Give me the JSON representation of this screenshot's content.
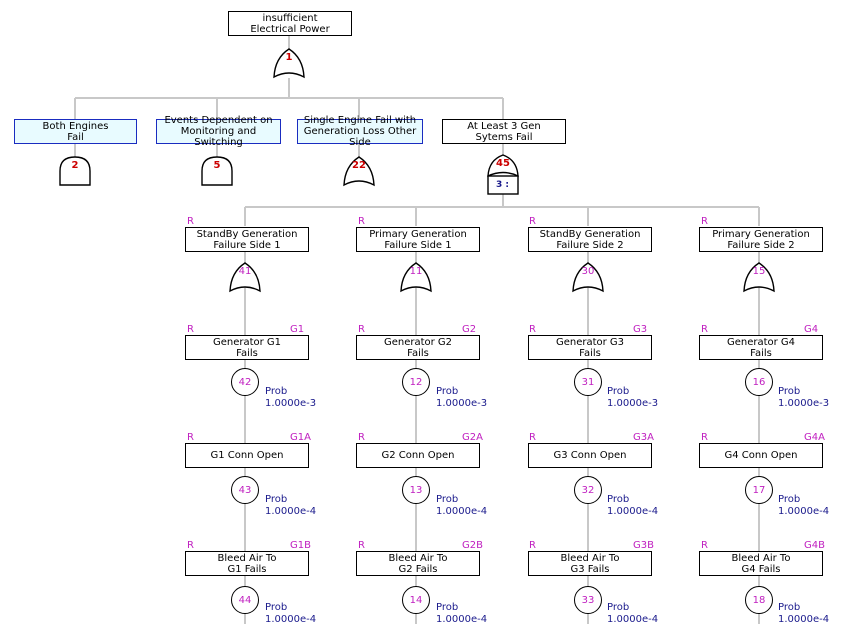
{
  "top": {
    "label": "insufficient\nElectrical Power",
    "gate_num": "1"
  },
  "level1": [
    {
      "label": "Both Engines\nFail",
      "gate_num": "2",
      "gate": "and",
      "house": true
    },
    {
      "label": "Events Dependent on\nMonitoring and Switching",
      "gate_num": "5",
      "gate": "and",
      "house": true
    },
    {
      "label": "Single Engine Fail with\nGeneration Loss Other Side",
      "gate_num": "22",
      "gate": "or",
      "house": true
    },
    {
      "label": "At Least 3 Gen\nSytems Fail",
      "gate_num": "45",
      "gate": "vote",
      "vote_label": "3 :",
      "house": false
    }
  ],
  "columns": [
    {
      "gate_label": "StandBy Generation\nFailure Side 1",
      "gate_num": "41",
      "tag_r": "R",
      "events": [
        {
          "label": "Generator G1\nFails",
          "id": "G1",
          "num": "42",
          "prob_label": "Prob",
          "prob": "1.0000e-3",
          "tag_r": "R"
        },
        {
          "label": "G1 Conn Open",
          "id": "G1A",
          "num": "43",
          "prob_label": "Prob",
          "prob": "1.0000e-4",
          "tag_r": "R"
        },
        {
          "label": "Bleed Air To\nG1 Fails",
          "id": "G1B",
          "num": "44",
          "prob_label": "Prob",
          "prob": "1.0000e-4",
          "tag_r": "R"
        }
      ]
    },
    {
      "gate_label": "Primary Generation\nFailure Side 1",
      "gate_num": "11",
      "tag_r": "R",
      "events": [
        {
          "label": "Generator G2\nFails",
          "id": "G2",
          "num": "12",
          "prob_label": "Prob",
          "prob": "1.0000e-3",
          "tag_r": "R"
        },
        {
          "label": "G2 Conn Open",
          "id": "G2A",
          "num": "13",
          "prob_label": "Prob",
          "prob": "1.0000e-4",
          "tag_r": "R"
        },
        {
          "label": "Bleed Air To\nG2 Fails",
          "id": "G2B",
          "num": "14",
          "prob_label": "Prob",
          "prob": "1.0000e-4",
          "tag_r": "R"
        }
      ]
    },
    {
      "gate_label": "StandBy Generation\nFailure Side 2",
      "gate_num": "30",
      "tag_r": "R",
      "events": [
        {
          "label": "Generator G3\nFails",
          "id": "G3",
          "num": "31",
          "prob_label": "Prob",
          "prob": "1.0000e-3",
          "tag_r": "R"
        },
        {
          "label": "G3 Conn Open",
          "id": "G3A",
          "num": "32",
          "prob_label": "Prob",
          "prob": "1.0000e-4",
          "tag_r": "R"
        },
        {
          "label": "Bleed Air To\nG3 Fails",
          "id": "G3B",
          "num": "33",
          "prob_label": "Prob",
          "prob": "1.0000e-4",
          "tag_r": "R"
        }
      ]
    },
    {
      "gate_label": "Primary Generation\nFailure Side 2",
      "gate_num": "15",
      "tag_r": "R",
      "events": [
        {
          "label": "Generator G4\nFails",
          "id": "G4",
          "num": "16",
          "prob_label": "Prob",
          "prob": "1.0000e-3",
          "tag_r": "R"
        },
        {
          "label": "G4 Conn Open",
          "id": "G4A",
          "num": "17",
          "prob_label": "Prob",
          "prob": "1.0000e-4",
          "tag_r": "R"
        },
        {
          "label": "Bleed Air To\nG4 Fails",
          "id": "G4B",
          "num": "18",
          "prob_label": "Prob",
          "prob": "1.0000e-4",
          "tag_r": "R"
        }
      ]
    }
  ]
}
